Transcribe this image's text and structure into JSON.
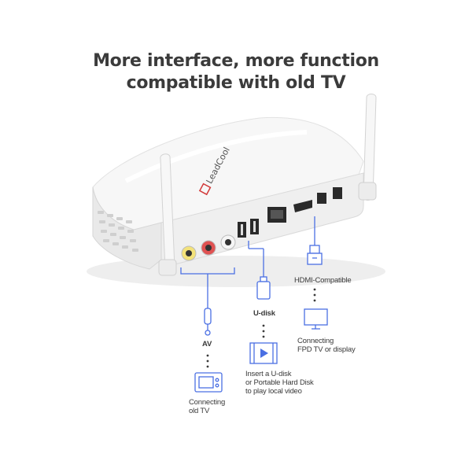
{
  "headline": {
    "line1": "More interface, more function",
    "line2": "compatible with old TV"
  },
  "brand": {
    "logo_text": "LeadCool"
  },
  "labels": {
    "hdmi": "HDMI-Compatible",
    "fpd_line1": "Connecting",
    "fpd_line2": "FPD TV or display",
    "udisk": "U-disk",
    "insert_line1": "Insert a U-disk",
    "insert_line2": "or Portable Hard Disk",
    "insert_line3": "to play local video",
    "av": "AV",
    "oldtv_line1": "Connecting",
    "oldtv_line2": "old TV"
  },
  "colors": {
    "accent_blue": "#4a6fe3",
    "brand_red": "#d23a3a",
    "device_white": "#f4f4f4",
    "device_shadow": "#d8d8d8",
    "port_dark": "#2a2a2a"
  },
  "icons": [
    "hdmi-plug-icon",
    "monitor-icon",
    "usb-stick-icon",
    "video-play-icon",
    "rca-plug-icon",
    "old-tv-icon"
  ]
}
